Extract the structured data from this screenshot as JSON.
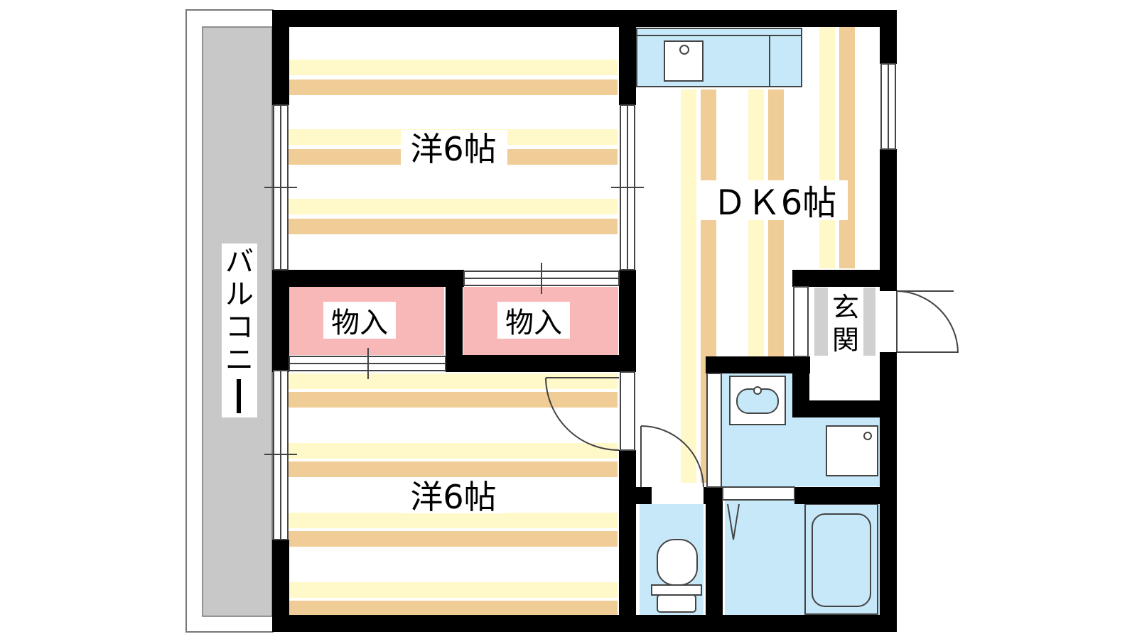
{
  "floor_plan": {
    "rooms": {
      "western_room_top": "洋6帖",
      "western_room_bottom": "洋6帖",
      "dining_kitchen": "ＤＫ6帖",
      "closet_left": "物入",
      "closet_right": "物入",
      "entrance": [
        "玄",
        "関"
      ],
      "balcony": [
        "バ",
        "ル",
        "コ",
        "ニ",
        "ー"
      ]
    },
    "colors": {
      "wall": "#000000",
      "floor_stripe_light": "#FFF8C8",
      "floor_stripe_dark": "#F0CC96",
      "closet": "#F8B8B8",
      "wet_area": "#C6E8F8",
      "balcony": "#C8C8C8",
      "entrance": "#D0D0D0"
    }
  }
}
